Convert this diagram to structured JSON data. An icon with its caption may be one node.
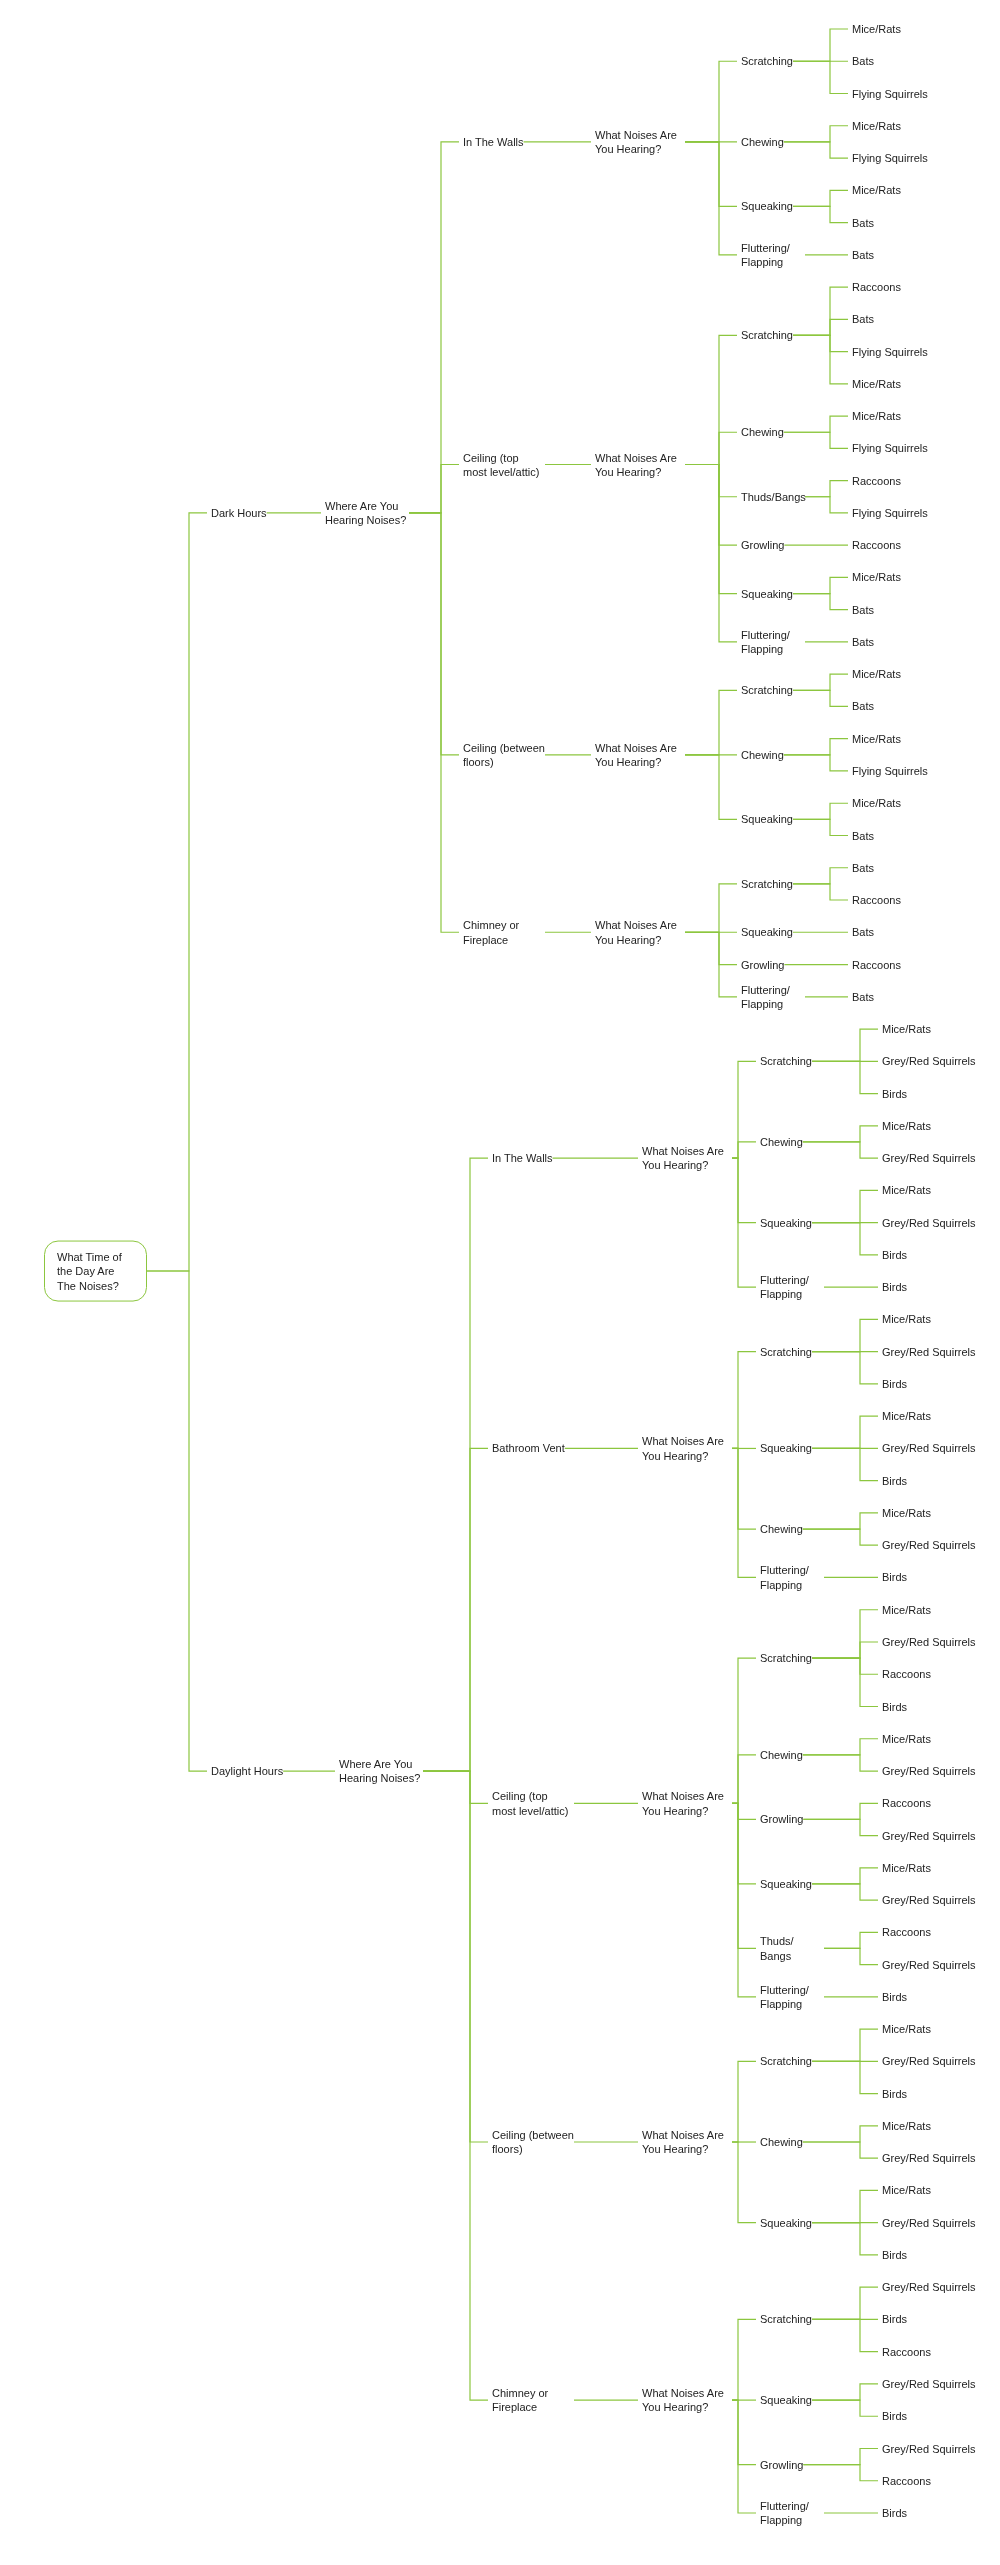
{
  "diagram": {
    "nodes": [
      {
        "text": [
          "What Time of the Day Are The Noises?"
        ]
      },
      {
        "text": [
          "Dark Hours"
        ]
      },
      {
        "text": [
          "Where Are You Hearing Noises?"
        ]
      },
      {
        "text": [
          "In The Walls"
        ]
      },
      {
        "text": [
          "What Noises Are You Hearing?"
        ]
      },
      {
        "text": [
          "Scratching"
        ]
      },
      {
        "text": [
          "Mice/Rats"
        ]
      },
      {
        "text": [
          "Bats"
        ]
      },
      {
        "text": [
          "Flying Squirrels"
        ]
      },
      {
        "text": [
          "Chewing"
        ]
      },
      {
        "text": [
          "Mice/Rats"
        ]
      },
      {
        "text": [
          "Flying Squirrels"
        ]
      },
      {
        "text": [
          "Squeaking"
        ]
      },
      {
        "text": [
          "Mice/Rats"
        ]
      },
      {
        "text": [
          "Bats"
        ]
      },
      {
        "text": [
          "Fluttering/ Flapping"
        ]
      },
      {
        "text": [
          "Bats"
        ]
      },
      {
        "text": [
          "Ceiling (top most level/attic)"
        ]
      },
      {
        "text": [
          "What Noises Are You Hearing?"
        ]
      },
      {
        "text": [
          "Scratching"
        ]
      },
      {
        "text": [
          "Raccoons"
        ]
      },
      {
        "text": [
          "Bats"
        ]
      },
      {
        "text": [
          "Flying Squirrels"
        ]
      },
      {
        "text": [
          "Mice/Rats"
        ]
      },
      {
        "text": [
          "Chewing"
        ]
      },
      {
        "text": [
          "Mice/Rats"
        ]
      },
      {
        "text": [
          "Flying Squirrels"
        ]
      },
      {
        "text": [
          "Thuds/Bangs"
        ]
      },
      {
        "text": [
          "Raccoons"
        ]
      },
      {
        "text": [
          "Flying Squirrels"
        ]
      },
      {
        "text": [
          "Growling"
        ]
      },
      {
        "text": [
          "Raccoons"
        ]
      },
      {
        "text": [
          "Squeaking"
        ]
      },
      {
        "text": [
          "Mice/Rats"
        ]
      },
      {
        "text": [
          "Bats"
        ]
      },
      {
        "text": [
          "Fluttering/ Flapping"
        ]
      },
      {
        "text": [
          "Bats"
        ]
      },
      {
        "text": [
          "Ceiling (between floors)"
        ]
      },
      {
        "text": [
          "What Noises Are You Hearing?"
        ]
      },
      {
        "text": [
          "Scratching"
        ]
      },
      {
        "text": [
          "Mice/Rats"
        ]
      },
      {
        "text": [
          "Bats"
        ]
      },
      {
        "text": [
          "Chewing"
        ]
      },
      {
        "text": [
          "Mice/Rats"
        ]
      },
      {
        "text": [
          "Flying Squirrels"
        ]
      },
      {
        "text": [
          "Squeaking"
        ]
      },
      {
        "text": [
          "Mice/Rats"
        ]
      },
      {
        "text": [
          "Bats"
        ]
      },
      {
        "text": [
          "Chimney or Fireplace"
        ]
      },
      {
        "text": [
          "What Noises Are You Hearing?"
        ]
      },
      {
        "text": [
          "Scratching"
        ]
      },
      {
        "text": [
          "Bats"
        ]
      },
      {
        "text": [
          "Raccoons"
        ]
      },
      {
        "text": [
          "Squeaking"
        ]
      },
      {
        "text": [
          "Bats"
        ]
      },
      {
        "text": [
          "Growling"
        ]
      },
      {
        "text": [
          "Raccoons"
        ]
      },
      {
        "text": [
          "Fluttering/ Flapping"
        ]
      },
      {
        "text": [
          "Bats"
        ]
      },
      {
        "text": [
          "Daylight Hours"
        ]
      },
      {
        "text": [
          "Where Are You Hearing Noises?"
        ]
      },
      {
        "text": [
          "In The Walls"
        ]
      },
      {
        "text": [
          "What Noises Are You Hearing?"
        ]
      },
      {
        "text": [
          "Scratching"
        ]
      },
      {
        "text": [
          "Mice/Rats"
        ]
      },
      {
        "text": [
          "Grey/Red Squirrels"
        ]
      },
      {
        "text": [
          "Birds"
        ]
      },
      {
        "text": [
          "Chewing"
        ]
      },
      {
        "text": [
          "Mice/Rats"
        ]
      },
      {
        "text": [
          "Grey/Red Squirrels"
        ]
      },
      {
        "text": [
          "Squeaking"
        ]
      },
      {
        "text": [
          "Mice/Rats"
        ]
      },
      {
        "text": [
          "Grey/Red Squirrels"
        ]
      },
      {
        "text": [
          "Birds"
        ]
      },
      {
        "text": [
          "Fluttering/ Flapping"
        ]
      },
      {
        "text": [
          "Birds"
        ]
      },
      {
        "text": [
          "Bathroom Vent"
        ]
      },
      {
        "text": [
          "What Noises Are You Hearing?"
        ]
      },
      {
        "text": [
          "Scratching"
        ]
      },
      {
        "text": [
          "Mice/Rats"
        ]
      },
      {
        "text": [
          "Grey/Red Squirrels"
        ]
      },
      {
        "text": [
          "Birds"
        ]
      },
      {
        "text": [
          "Squeaking"
        ]
      },
      {
        "text": [
          "Mice/Rats"
        ]
      },
      {
        "text": [
          "Grey/Red Squirrels"
        ]
      },
      {
        "text": [
          "Birds"
        ]
      },
      {
        "text": [
          "Chewing"
        ]
      },
      {
        "text": [
          "Mice/Rats"
        ]
      },
      {
        "text": [
          "Grey/Red Squirrels"
        ]
      },
      {
        "text": [
          "Fluttering/ Flapping"
        ]
      },
      {
        "text": [
          "Birds"
        ]
      },
      {
        "text": [
          "Ceiling (top most level/attic)"
        ]
      },
      {
        "text": [
          "What Noises Are You Hearing?"
        ]
      },
      {
        "text": [
          "Scratching"
        ]
      },
      {
        "text": [
          "Mice/Rats"
        ]
      },
      {
        "text": [
          "Grey/Red Squirrels"
        ]
      },
      {
        "text": [
          "Raccoons"
        ]
      },
      {
        "text": [
          "Birds"
        ]
      },
      {
        "text": [
          "Chewing"
        ]
      },
      {
        "text": [
          "Mice/Rats"
        ]
      },
      {
        "text": [
          "Grey/Red Squirrels"
        ]
      },
      {
        "text": [
          "Growling"
        ]
      },
      {
        "text": [
          "Raccoons"
        ]
      },
      {
        "text": [
          "Grey/Red Squirrels"
        ]
      },
      {
        "text": [
          "Squeaking"
        ]
      },
      {
        "text": [
          "Mice/Rats"
        ]
      },
      {
        "text": [
          "Grey/Red Squirrels"
        ]
      },
      {
        "text": [
          "Thuds/ Bangs"
        ]
      },
      {
        "text": [
          "Raccoons"
        ]
      },
      {
        "text": [
          "Grey/Red Squirrels"
        ]
      },
      {
        "text": [
          "Fluttering/ Flapping"
        ]
      },
      {
        "text": [
          "Birds"
        ]
      },
      {
        "text": [
          "Ceiling (between floors)"
        ]
      },
      {
        "text": [
          "What Noises Are You Hearing?"
        ]
      },
      {
        "text": [
          "Scratching"
        ]
      },
      {
        "text": [
          "Mice/Rats"
        ]
      },
      {
        "text": [
          "Grey/Red Squirrels"
        ]
      },
      {
        "text": [
          "Birds"
        ]
      },
      {
        "text": [
          "Chewing"
        ]
      },
      {
        "text": [
          "Mice/Rats"
        ]
      },
      {
        "text": [
          "Grey/Red Squirrels"
        ]
      },
      {
        "text": [
          "Squeaking"
        ]
      },
      {
        "text": [
          "Mice/Rats"
        ]
      },
      {
        "text": [
          "Grey/Red Squirrels"
        ]
      },
      {
        "text": [
          "Birds"
        ]
      },
      {
        "text": [
          "Chimney or Fireplace"
        ]
      },
      {
        "text": [
          "What Noises Are You Hearing?"
        ]
      },
      {
        "text": [
          "Scratching"
        ]
      },
      {
        "text": [
          "Grey/Red Squirrels"
        ]
      },
      {
        "text": [
          "Birds"
        ]
      },
      {
        "text": [
          "Raccoons"
        ]
      },
      {
        "text": [
          "Squeaking"
        ]
      },
      {
        "text": [
          "Grey/Red Squirrels"
        ]
      },
      {
        "text": [
          "Birds"
        ]
      },
      {
        "text": [
          "Growling"
        ]
      },
      {
        "text": [
          "Grey/Red Squirrels"
        ]
      },
      {
        "text": [
          "Raccoons"
        ]
      },
      {
        "text": [
          "Fluttering/ Flapping"
        ]
      },
      {
        "text": [
          "Birds"
        ]
      }
    ],
    "edges": [
      {
        "from": 0,
        "to": 1,
        "arrow": "none"
      },
      {
        "from": 1,
        "to": 2,
        "arrow": "none"
      },
      {
        "from": 2,
        "to": 3,
        "arrow": "none"
      },
      {
        "from": 3,
        "to": 4,
        "arrow": "none"
      },
      {
        "from": 4,
        "to": 5,
        "arrow": "none"
      },
      {
        "from": 5,
        "to": 6,
        "arrow": "none"
      },
      {
        "from": 5,
        "to": 7,
        "arrow": "none"
      },
      {
        "from": 5,
        "to": 8,
        "arrow": "none"
      },
      {
        "from": 4,
        "to": 9,
        "arrow": "none"
      },
      {
        "from": 9,
        "to": 10,
        "arrow": "none"
      },
      {
        "from": 9,
        "to": 11,
        "arrow": "none"
      },
      {
        "from": 4,
        "to": 12,
        "arrow": "none"
      },
      {
        "from": 12,
        "to": 13,
        "arrow": "none"
      },
      {
        "from": 12,
        "to": 14,
        "arrow": "none"
      },
      {
        "from": 4,
        "to": 15,
        "arrow": "none"
      },
      {
        "from": 15,
        "to": 16,
        "arrow": "none"
      },
      {
        "from": 2,
        "to": 17,
        "arrow": "none"
      },
      {
        "from": 17,
        "to": 18,
        "arrow": "none"
      },
      {
        "from": 18,
        "to": 19,
        "arrow": "none"
      },
      {
        "from": 19,
        "to": 20,
        "arrow": "none"
      },
      {
        "from": 19,
        "to": 21,
        "arrow": "none"
      },
      {
        "from": 19,
        "to": 22,
        "arrow": "none"
      },
      {
        "from": 19,
        "to": 23,
        "arrow": "none"
      },
      {
        "from": 18,
        "to": 24,
        "arrow": "none"
      },
      {
        "from": 24,
        "to": 25,
        "arrow": "none"
      },
      {
        "from": 24,
        "to": 26,
        "arrow": "none"
      },
      {
        "from": 18,
        "to": 27,
        "arrow": "none"
      },
      {
        "from": 27,
        "to": 28,
        "arrow": "none"
      },
      {
        "from": 27,
        "to": 29,
        "arrow": "none"
      },
      {
        "from": 18,
        "to": 30,
        "arrow": "none"
      },
      {
        "from": 30,
        "to": 31,
        "arrow": "none"
      },
      {
        "from": 18,
        "to": 32,
        "arrow": "none"
      },
      {
        "from": 32,
        "to": 33,
        "arrow": "none"
      },
      {
        "from": 32,
        "to": 34,
        "arrow": "none"
      },
      {
        "from": 18,
        "to": 35,
        "arrow": "none"
      },
      {
        "from": 35,
        "to": 36,
        "arrow": "none"
      },
      {
        "from": 2,
        "to": 37,
        "arrow": "none"
      },
      {
        "from": 37,
        "to": 38,
        "arrow": "none"
      },
      {
        "from": 38,
        "to": 39,
        "arrow": "none"
      },
      {
        "from": 39,
        "to": 40,
        "arrow": "none"
      },
      {
        "from": 39,
        "to": 41,
        "arrow": "none"
      },
      {
        "from": 38,
        "to": 42,
        "arrow": "none"
      },
      {
        "from": 42,
        "to": 43,
        "arrow": "none"
      },
      {
        "from": 42,
        "to": 44,
        "arrow": "none"
      },
      {
        "from": 38,
        "to": 45,
        "arrow": "none"
      },
      {
        "from": 45,
        "to": 46,
        "arrow": "none"
      },
      {
        "from": 45,
        "to": 47,
        "arrow": "none"
      },
      {
        "from": 2,
        "to": 48,
        "arrow": "none"
      },
      {
        "from": 48,
        "to": 49,
        "arrow": "none"
      },
      {
        "from": 49,
        "to": 50,
        "arrow": "none"
      },
      {
        "from": 50,
        "to": 51,
        "arrow": "none"
      },
      {
        "from": 50,
        "to": 52,
        "arrow": "none"
      },
      {
        "from": 49,
        "to": 53,
        "arrow": "none"
      },
      {
        "from": 53,
        "to": 54,
        "arrow": "none"
      },
      {
        "from": 49,
        "to": 55,
        "arrow": "none"
      },
      {
        "from": 55,
        "to": 56,
        "arrow": "none"
      },
      {
        "from": 49,
        "to": 57,
        "arrow": "none"
      },
      {
        "from": 57,
        "to": 58,
        "arrow": "none"
      },
      {
        "from": 0,
        "to": 59,
        "arrow": "none"
      },
      {
        "from": 59,
        "to": 60,
        "arrow": "none"
      },
      {
        "from": 60,
        "to": 61,
        "arrow": "none"
      },
      {
        "from": 61,
        "to": 62,
        "arrow": "none"
      },
      {
        "from": 62,
        "to": 63,
        "arrow": "none"
      },
      {
        "from": 63,
        "to": 64,
        "arrow": "none"
      },
      {
        "from": 63,
        "to": 65,
        "arrow": "none"
      },
      {
        "from": 63,
        "to": 66,
        "arrow": "none"
      },
      {
        "from": 62,
        "to": 67,
        "arrow": "none"
      },
      {
        "from": 67,
        "to": 68,
        "arrow": "none"
      },
      {
        "from": 67,
        "to": 69,
        "arrow": "none"
      },
      {
        "from": 62,
        "to": 70,
        "arrow": "none"
      },
      {
        "from": 70,
        "to": 71,
        "arrow": "none"
      },
      {
        "from": 70,
        "to": 72,
        "arrow": "none"
      },
      {
        "from": 70,
        "to": 73,
        "arrow": "none"
      },
      {
        "from": 62,
        "to": 74,
        "arrow": "none"
      },
      {
        "from": 74,
        "to": 75,
        "arrow": "none"
      },
      {
        "from": 60,
        "to": 76,
        "arrow": "none"
      },
      {
        "from": 76,
        "to": 77,
        "arrow": "none"
      },
      {
        "from": 77,
        "to": 78,
        "arrow": "none"
      },
      {
        "from": 78,
        "to": 79,
        "arrow": "none"
      },
      {
        "from": 78,
        "to": 80,
        "arrow": "none"
      },
      {
        "from": 78,
        "to": 81,
        "arrow": "none"
      },
      {
        "from": 77,
        "to": 82,
        "arrow": "none"
      },
      {
        "from": 82,
        "to": 83,
        "arrow": "none"
      },
      {
        "from": 82,
        "to": 84,
        "arrow": "none"
      },
      {
        "from": 82,
        "to": 85,
        "arrow": "none"
      },
      {
        "from": 77,
        "to": 86,
        "arrow": "none"
      },
      {
        "from": 86,
        "to": 87,
        "arrow": "none"
      },
      {
        "from": 86,
        "to": 88,
        "arrow": "none"
      },
      {
        "from": 77,
        "to": 89,
        "arrow": "none"
      },
      {
        "from": 89,
        "to": 90,
        "arrow": "none"
      },
      {
        "from": 60,
        "to": 91,
        "arrow": "none"
      },
      {
        "from": 91,
        "to": 92,
        "arrow": "none"
      },
      {
        "from": 92,
        "to": 93,
        "arrow": "none"
      },
      {
        "from": 93,
        "to": 94,
        "arrow": "none"
      },
      {
        "from": 93,
        "to": 95,
        "arrow": "none"
      },
      {
        "from": 93,
        "to": 96,
        "arrow": "none"
      },
      {
        "from": 93,
        "to": 97,
        "arrow": "none"
      },
      {
        "from": 92,
        "to": 98,
        "arrow": "none"
      },
      {
        "from": 98,
        "to": 99,
        "arrow": "none"
      },
      {
        "from": 98,
        "to": 100,
        "arrow": "none"
      },
      {
        "from": 92,
        "to": 101,
        "arrow": "none"
      },
      {
        "from": 101,
        "to": 102,
        "arrow": "none"
      },
      {
        "from": 101,
        "to": 103,
        "arrow": "none"
      },
      {
        "from": 92,
        "to": 104,
        "arrow": "none"
      },
      {
        "from": 104,
        "to": 105,
        "arrow": "none"
      },
      {
        "from": 104,
        "to": 106,
        "arrow": "none"
      },
      {
        "from": 92,
        "to": 107,
        "arrow": "none"
      },
      {
        "from": 107,
        "to": 108,
        "arrow": "none"
      },
      {
        "from": 107,
        "to": 109,
        "arrow": "none"
      },
      {
        "from": 92,
        "to": 110,
        "arrow": "none"
      },
      {
        "from": 110,
        "to": 111,
        "arrow": "none"
      },
      {
        "from": 60,
        "to": 112,
        "arrow": "none"
      },
      {
        "from": 112,
        "to": 113,
        "arrow": "none"
      },
      {
        "from": 113,
        "to": 114,
        "arrow": "none"
      },
      {
        "from": 114,
        "to": 115,
        "arrow": "none"
      },
      {
        "from": 114,
        "to": 116,
        "arrow": "none"
      },
      {
        "from": 114,
        "to": 117,
        "arrow": "none"
      },
      {
        "from": 113,
        "to": 118,
        "arrow": "none"
      },
      {
        "from": 118,
        "to": 119,
        "arrow": "none"
      },
      {
        "from": 118,
        "to": 120,
        "arrow": "none"
      },
      {
        "from": 113,
        "to": 121,
        "arrow": "none"
      },
      {
        "from": 121,
        "to": 122,
        "arrow": "none"
      },
      {
        "from": 121,
        "to": 123,
        "arrow": "none"
      },
      {
        "from": 121,
        "to": 124,
        "arrow": "none"
      },
      {
        "from": 60,
        "to": 125,
        "arrow": "none"
      },
      {
        "from": 125,
        "to": 126,
        "arrow": "none"
      },
      {
        "from": 126,
        "to": 127,
        "arrow": "none"
      },
      {
        "from": 127,
        "to": 128,
        "arrow": "none"
      },
      {
        "from": 127,
        "to": 129,
        "arrow": "none"
      },
      {
        "from": 127,
        "to": 130,
        "arrow": "none"
      },
      {
        "from": 126,
        "to": 131,
        "arrow": "none"
      },
      {
        "from": 131,
        "to": 132,
        "arrow": "none"
      },
      {
        "from": 131,
        "to": 133,
        "arrow": "none"
      },
      {
        "from": 126,
        "to": 134,
        "arrow": "none"
      },
      {
        "from": 134,
        "to": 135,
        "arrow": "none"
      },
      {
        "from": 134,
        "to": 136,
        "arrow": "none"
      },
      {
        "from": 126,
        "to": 137,
        "arrow": "none"
      },
      {
        "from": 137,
        "to": 138,
        "arrow": "none"
      }
    ]
  }
}
